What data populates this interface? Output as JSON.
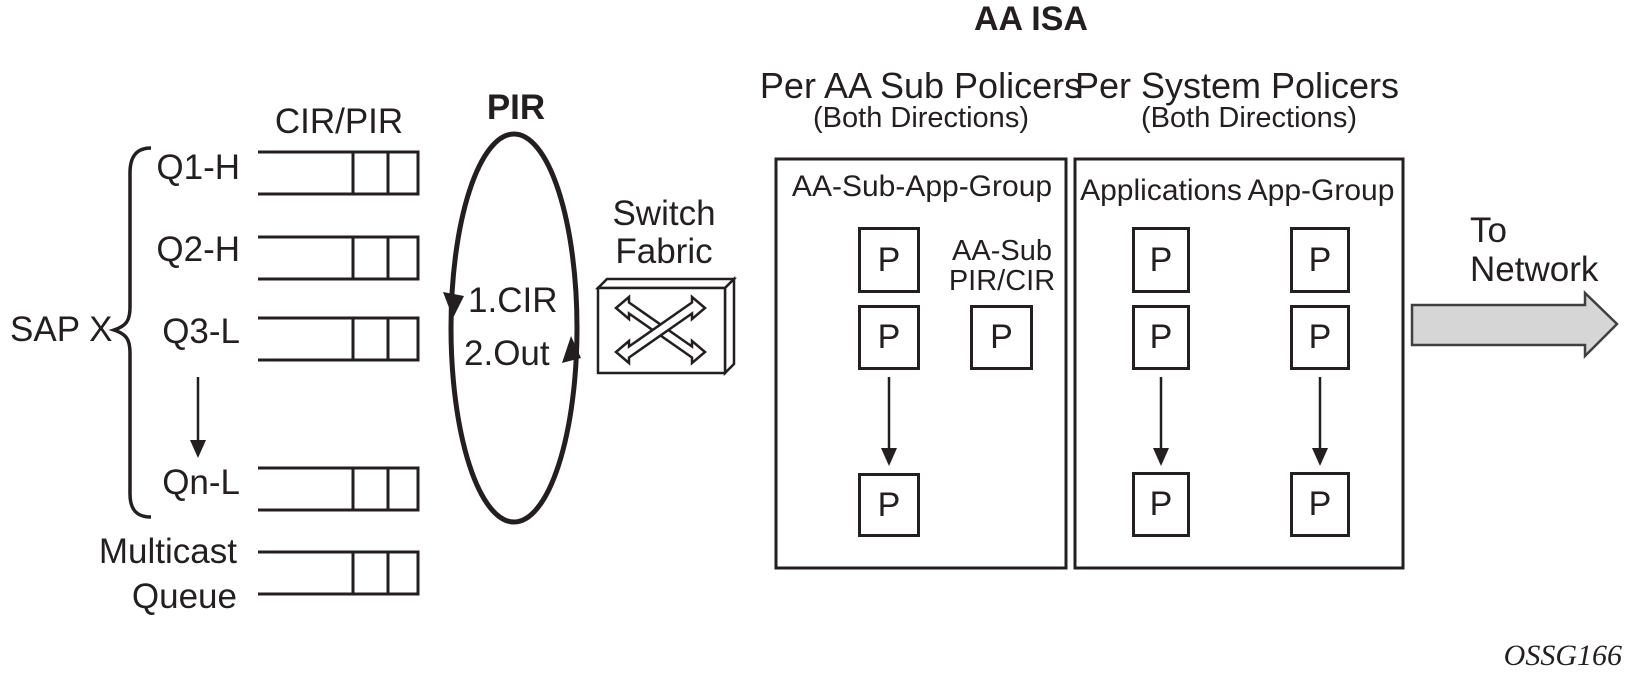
{
  "isa": {
    "title": "AA ISA"
  },
  "figure_id": "OSSG166",
  "sap": {
    "label": "SAP X",
    "cir_pir": "CIR/PIR",
    "queues": [
      "Q1-H",
      "Q2-H",
      "Q3-L",
      "Qn-L"
    ],
    "multicast": [
      "Multicast",
      "Queue"
    ]
  },
  "scheduler": {
    "label": "PIR",
    "steps": [
      "1.CIR",
      "2.Out"
    ]
  },
  "switch_fabric": {
    "lines": [
      "Switch",
      "Fabric"
    ]
  },
  "aa_sub_policers": {
    "title": "Per AA Sub Policers",
    "subtitle": "(Both Directions)",
    "group": "AA-Sub-App-Group",
    "sub_lines": [
      "AA-Sub",
      "PIR/CIR"
    ],
    "p": "P"
  },
  "system_policers": {
    "title": "Per System Policers",
    "subtitle": "(Both Directions)",
    "columns": [
      "Applications",
      "App-Group"
    ],
    "p": "P"
  },
  "output": {
    "lines": [
      "To",
      "Network"
    ]
  },
  "colors": {
    "ink": "#231f20",
    "arrow_fill": "#d6d6d6",
    "arrow_stroke": "#404040"
  }
}
